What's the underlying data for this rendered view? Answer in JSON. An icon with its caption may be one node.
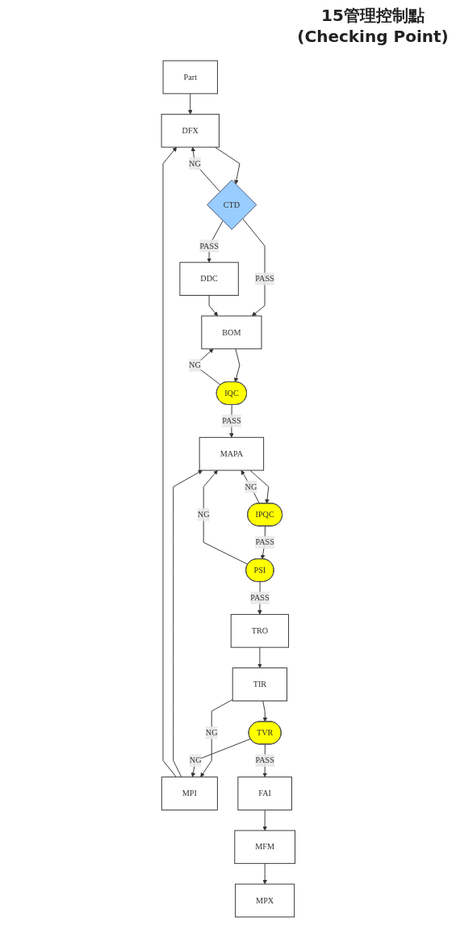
{
  "diagram": {
    "title": "15管理控制點 (Checking Point)",
    "nodes": [
      {
        "text": [
          "Part"
        ]
      },
      {
        "text": [
          "DFX"
        ]
      },
      {
        "text": [
          "CTD"
        ]
      },
      {
        "text": [
          "DDC"
        ]
      },
      {
        "text": [
          "BOM"
        ]
      },
      {
        "text": [
          "IQC"
        ]
      },
      {
        "text": [
          "MAPA"
        ]
      },
      {
        "text": [
          "IPQC"
        ]
      },
      {
        "text": [
          "PSI"
        ]
      },
      {
        "text": [
          "MPI"
        ]
      },
      {
        "text": [
          "TRO"
        ]
      },
      {
        "text": [
          "TIR"
        ]
      },
      {
        "text": [
          "TVR"
        ]
      },
      {
        "text": [
          "FAI"
        ]
      },
      {
        "text": [
          "MFM"
        ]
      },
      {
        "text": [
          "MPX"
        ]
      }
    ],
    "edges": [
      {
        "from": 0,
        "to": 1,
        "arrow": "to"
      },
      {
        "from": 1,
        "to": 2,
        "arrow": "to"
      },
      {
        "from": 2,
        "to": 1,
        "label": "NG",
        "arrow": "to"
      },
      {
        "from": 2,
        "to": 3,
        "label": "PASS",
        "arrow": "to"
      },
      {
        "from": 2,
        "to": 4,
        "label": "PASS",
        "arrow": "to"
      },
      {
        "from": 3,
        "to": 4,
        "arrow": "to"
      },
      {
        "from": 4,
        "to": 5,
        "arrow": "to"
      },
      {
        "from": 5,
        "to": 4,
        "label": "NG",
        "arrow": "to"
      },
      {
        "from": 5,
        "to": 6,
        "label": "PASS",
        "arrow": "to"
      },
      {
        "from": 6,
        "to": 7,
        "arrow": "to"
      },
      {
        "from": 7,
        "to": 6,
        "label": "NG",
        "arrow": "to"
      },
      {
        "from": 7,
        "to": 8,
        "label": "PASS",
        "arrow": "to"
      },
      {
        "from": 8,
        "to": 6,
        "label": "NG",
        "arrow": "to"
      },
      {
        "from": 8,
        "to": 10,
        "label": "PASS",
        "arrow": "to"
      },
      {
        "from": 9,
        "to": 6,
        "arrow": "to"
      },
      {
        "from": 9,
        "to": 1,
        "arrow": "to"
      },
      {
        "from": 10,
        "to": 11,
        "arrow": "to"
      },
      {
        "from": 11,
        "to": 9,
        "label": "NG",
        "arrow": "to"
      },
      {
        "from": 11,
        "to": 12,
        "arrow": "to"
      },
      {
        "from": 12,
        "to": 9,
        "label": "NG",
        "arrow": "to"
      },
      {
        "from": 12,
        "to": 13,
        "label": "PASS",
        "arrow": "to"
      },
      {
        "from": 13,
        "to": 14,
        "arrow": "to"
      },
      {
        "from": 14,
        "to": 15,
        "arrow": "to"
      }
    ]
  }
}
